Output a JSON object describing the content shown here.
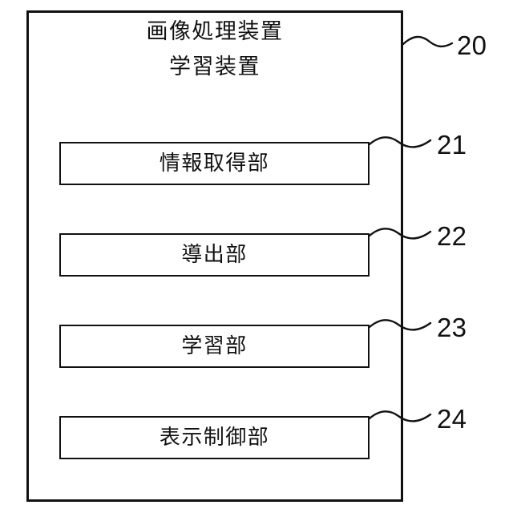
{
  "figure": {
    "kind": "patent-block-diagram",
    "background_color": "#ffffff",
    "line_color": "#111111",
    "device": {
      "reference_numeral": "20",
      "title_lines": [
        "画像処理装置",
        "学習装置"
      ]
    },
    "units": [
      {
        "label": "情報取得部",
        "reference_numeral": "21"
      },
      {
        "label": "導出部",
        "reference_numeral": "22"
      },
      {
        "label": "学習部",
        "reference_numeral": "23"
      },
      {
        "label": "表示制御部",
        "reference_numeral": "24"
      }
    ]
  }
}
